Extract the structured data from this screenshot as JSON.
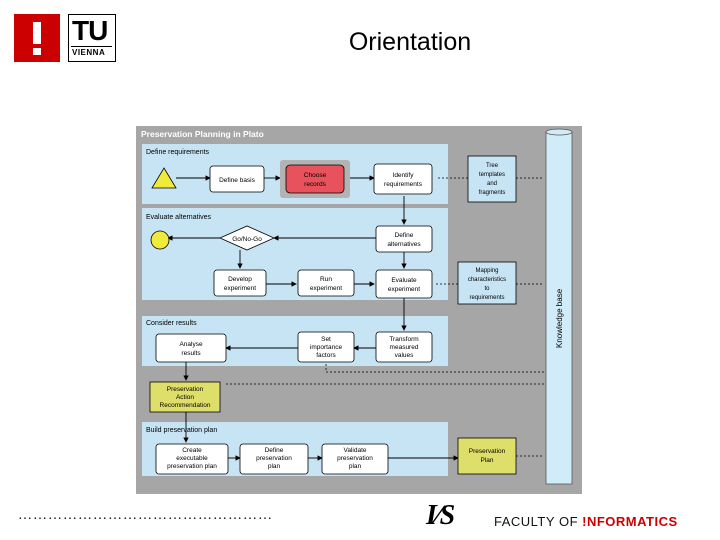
{
  "slide": {
    "title": "Orientation"
  },
  "logos": {
    "tu_main": "TU",
    "tu_sub": "VIENNA",
    "institute": "I∕S",
    "faculty_prefix": "FACULTY",
    "faculty_of": "OF",
    "faculty_name": "!NFORMATICS"
  },
  "footer": {
    "dots": "……………………………………………"
  },
  "diagram": {
    "title": "Preservation Planning in Plato",
    "phases": {
      "define": "Define requirements",
      "evaluate": "Evaluate alternatives",
      "consider": "Consider results",
      "build": "Build preservation plan"
    },
    "nodes": {
      "define_basis": "Define basis",
      "choose_records": [
        "Choose",
        "records"
      ],
      "identify_requirements": [
        "Identify",
        "requirements"
      ],
      "go_nogo": "Go/No-Go",
      "define_alternatives": [
        "Define",
        "alternatives"
      ],
      "develop_experiment": [
        "Develop",
        "experiment"
      ],
      "run_experiment": [
        "Run",
        "experiment"
      ],
      "evaluate_experiment": [
        "Evaluate",
        "experiment"
      ],
      "analyse_results": [
        "Analyse",
        "results"
      ],
      "set_importance": [
        "Set",
        "importance",
        "factors"
      ],
      "transform_values": [
        "Transform",
        "measured",
        "values"
      ],
      "recommendation": [
        "Preservation",
        "Action",
        "Recommendation"
      ],
      "create_plan": [
        "Create",
        "executable",
        "preservation plan"
      ],
      "define_plan": [
        "Define",
        "preservation",
        "plan"
      ],
      "validate_plan": [
        "Validate",
        "preservation",
        "plan"
      ],
      "tree_templates": [
        "Tree",
        "templates",
        "and",
        "fragments"
      ],
      "mapping": [
        "Mapping",
        "characteristics",
        "to",
        "requirements"
      ],
      "preservation_plan": [
        "Preservation",
        "Plan"
      ],
      "knowledge_base": "Knowledge base"
    },
    "colors": {
      "frame": "#a6a6a6",
      "phase_bg": "#c6e4f4",
      "box_bg": "#ffffff",
      "highlight": "#e8525c",
      "yellow_box": "#dede6a",
      "start_triangle": "#f0ea3a",
      "end_circle": "#f0ea3a",
      "kb_cylinder": "#d0ecf8"
    }
  }
}
